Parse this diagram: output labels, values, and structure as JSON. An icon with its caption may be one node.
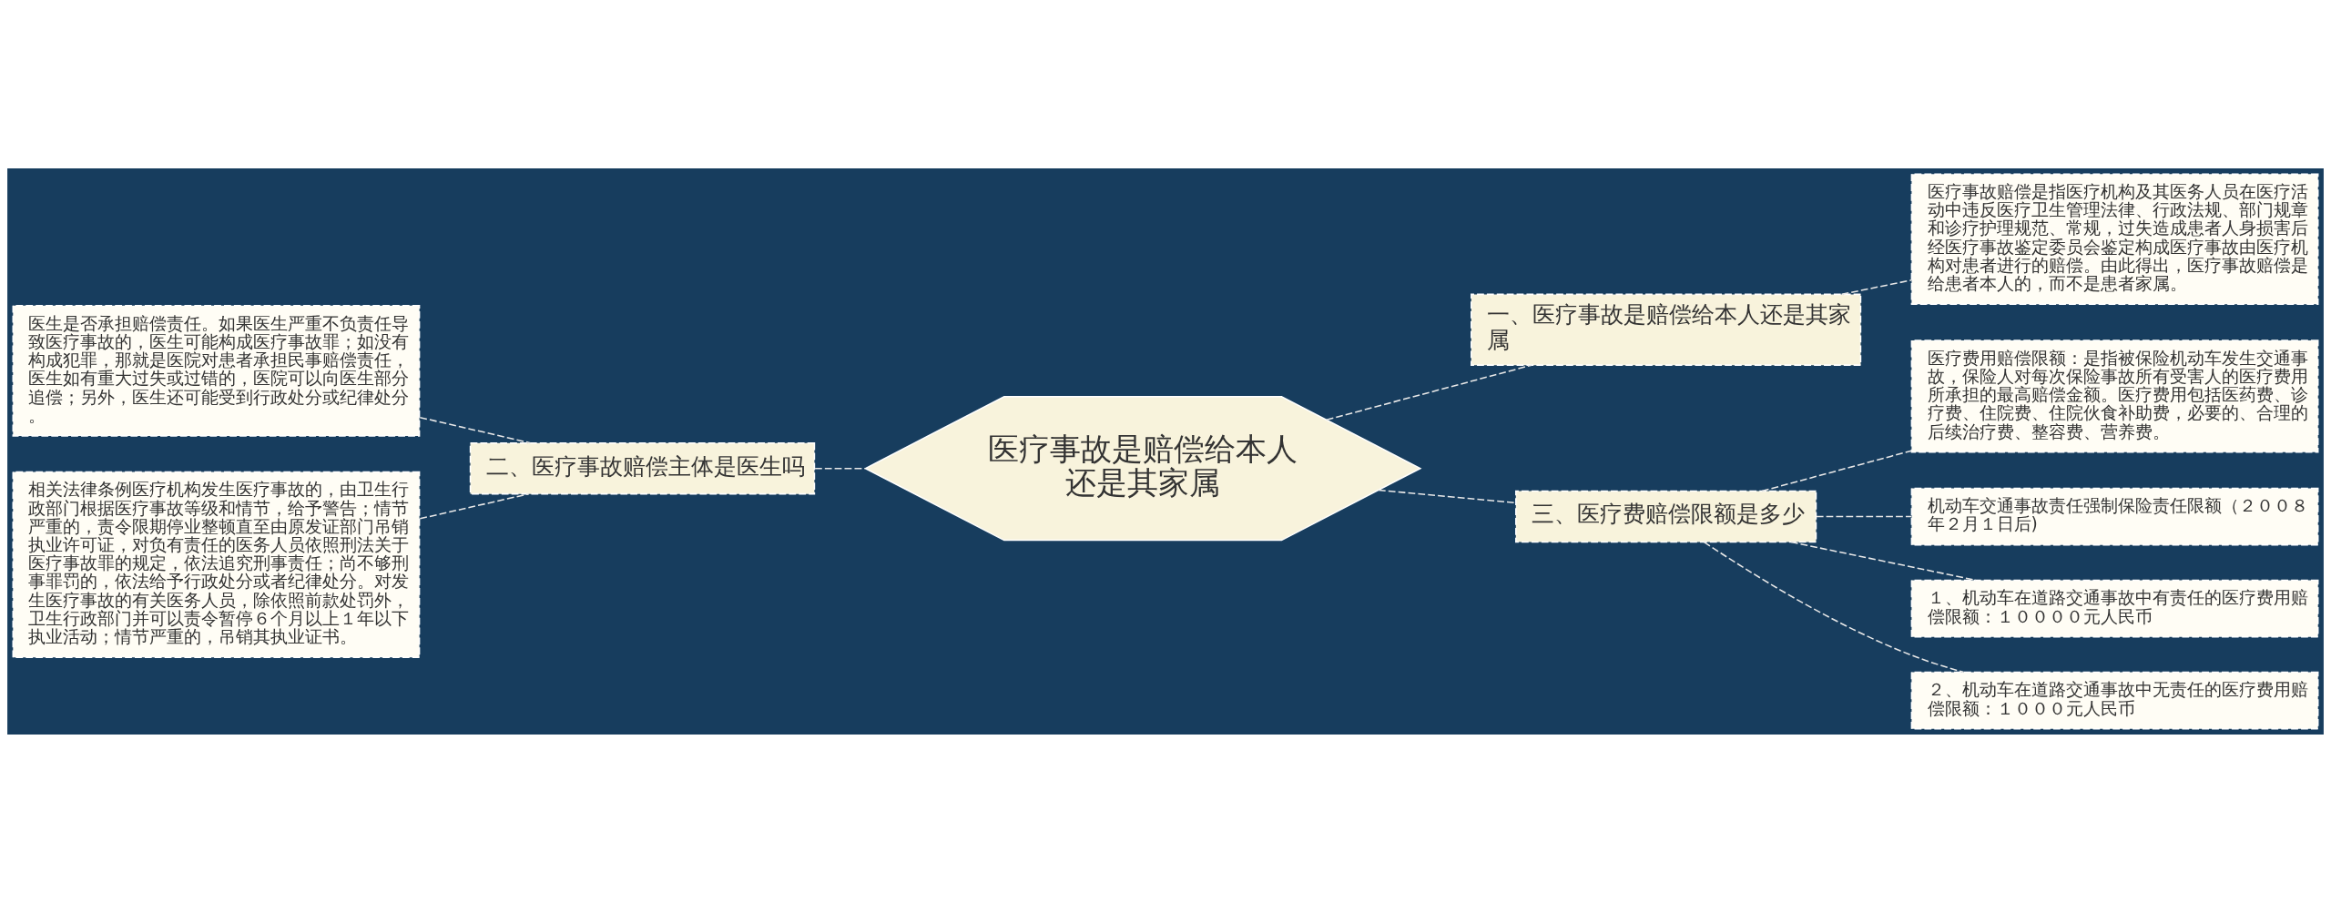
{
  "diagram": {
    "nodes": [
      {
        "text": [
          "医疗事故是赔偿给本人还是其家属"
        ]
      },
      {
        "text": [
          "一、医疗事故是赔偿给本人还是其家属"
        ]
      },
      {
        "text": [
          "医疗事故赔偿是指医疗机构及其医务人员在医疗活动中违反医疗卫生管理法律、行政法规、部门规章和诊疗护理规范、常规，过失造成患者人身损害后经医疗事故鉴定委员会鉴定构成医疗事故由医疗机构对患者进行的赔偿。由此得出，医疗事故赔偿是给患者本人的，而不是患者家属。"
        ]
      },
      {
        "text": [
          "二、医疗事故赔偿主体是医生吗"
        ]
      },
      {
        "text": [
          "医生是否承担赔偿责任。如果医生严重不负责任导致医疗事故的，医生可能构成医疗事故罪；如没有构成犯罪，那就是医院对患者承担民事赔偿责任，医生如有重大过失或过错的，医院可以向医生部分追偿；另外，医生还可能受到行政处分或纪律处分。"
        ]
      },
      {
        "text": [
          "相关法律条例医疗机构发生医疗事故的，由卫生行政部门根据医疗事故等级和情节，给予警告；情节严重的，责令限期停业整顿直至由原发证部门吊销执业许可证，对负有责任的医务人员依照刑法关于医疗事故罪的规定，依法追究刑事责任；尚不够刑事罪罚的，依法给予行政处分或者纪律处分。对发生医疗事故的有关医务人员，除依照前款处罚外，卫生行政部门并可以责令暂停６个月以上１年以下执业活动；情节严重的，吊销其执业证书。"
        ]
      },
      {
        "text": [
          "三、医疗费赔偿限额是多少"
        ]
      },
      {
        "text": [
          "医疗费用赔偿限额：是指被保险机动车发生交通事故，保险人对每次保险事故所有受害人的医疗费用所承担的最高赔偿金额。医疗费用包括医药费、诊疗费、住院费、住院伙食补助费，必要的、合理的后续治疗费、整容费、营养费。"
        ]
      },
      {
        "text": [
          "机动车交通事故责任强制保险责任限额（２００８年２月１日后)"
        ]
      },
      {
        "text": [
          "１、机动车在道路交通事故中有责任的医疗费用赔偿限额：１００００元人民币"
        ]
      },
      {
        "text": [
          "２、机动车在道路交通事故中无责任的医疗费用赔偿限额：１０００元人民币"
        ]
      }
    ],
    "edges": [
      {
        "from": 0,
        "to": 1,
        "arrow": "none",
        "style": "dashed"
      },
      {
        "from": 1,
        "to": 2,
        "arrow": "none",
        "style": "dashed"
      },
      {
        "from": 3,
        "to": 0,
        "arrow": "none",
        "style": "dashed"
      },
      {
        "from": 4,
        "to": 3,
        "arrow": "none",
        "style": "dashed"
      },
      {
        "from": 5,
        "to": 3,
        "arrow": "none",
        "style": "dashed"
      },
      {
        "from": 0,
        "to": 6,
        "arrow": "none",
        "style": "dashed"
      },
      {
        "from": 6,
        "to": 7,
        "arrow": "none",
        "style": "dashed"
      },
      {
        "from": 6,
        "to": 8,
        "arrow": "none",
        "style": "dashed"
      },
      {
        "from": 6,
        "to": 9,
        "arrow": "none",
        "style": "dashed"
      },
      {
        "from": 6,
        "to": 10,
        "arrow": "none",
        "style": "dashed"
      }
    ]
  }
}
